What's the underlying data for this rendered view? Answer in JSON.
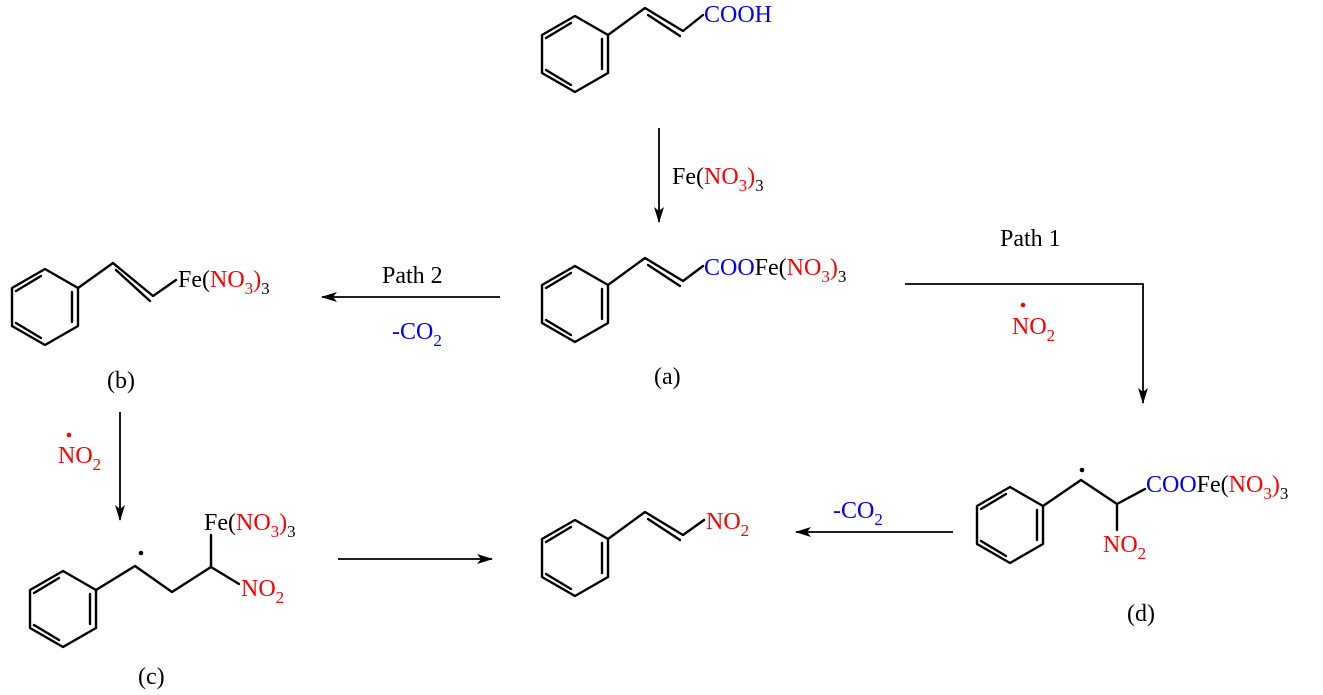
{
  "colors": {
    "text": "#000000",
    "nitro": "#ff0000",
    "carboxyl": "#0000ff"
  },
  "start": {
    "cooh": "COOH"
  },
  "reagent": {
    "fe": "Fe(",
    "no": "NO",
    "sub3": "3",
    "close": ")",
    "subscript3": "3"
  },
  "a": {
    "coo": "COO",
    "fe": "Fe(",
    "no": "NO",
    "sub3": "3",
    "close": ")",
    "subscript3": "3",
    "label": "(a)"
  },
  "b": {
    "fe": "Fe(",
    "no": "NO",
    "sub3": "3",
    "close": ")",
    "subscript3": "3",
    "label": "(b)"
  },
  "c": {
    "fe": "Fe(",
    "no": "NO",
    "sub3": "3",
    "close": ")",
    "subscript3": "3",
    "no2": "NO",
    "no2sub": "2",
    "label": "(c)"
  },
  "d": {
    "coo": "COO",
    "fe": "Fe(",
    "no": "NO",
    "sub3": "3",
    "close": ")",
    "subscript3": "3",
    "no2": "NO",
    "no2sub": "2",
    "label": "(d)"
  },
  "product": {
    "no2": "NO",
    "no2sub": "2"
  },
  "path1": {
    "label": "Path 1",
    "radical": "NO",
    "radical_sub": "2"
  },
  "path2": {
    "label": "Path 2",
    "co2": "-CO",
    "co2_sub": "2"
  },
  "b_to_c": {
    "radical": "NO",
    "radical_sub": "2"
  },
  "d_to_product": {
    "co2": "-CO",
    "co2_sub": "2"
  }
}
